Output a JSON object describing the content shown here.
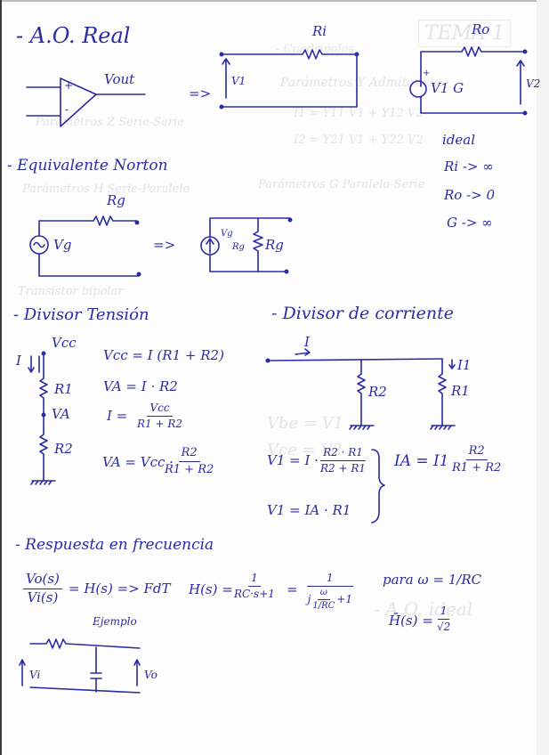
{
  "page": {
    "background": "#fdfdfd",
    "ink_color": "#2b2ba6"
  },
  "bleed_through": {
    "tema": "TEMA 1",
    "cuadripolos": "- Cuadripolos",
    "param_y": "Parámetros Y Admitancia",
    "i1": "I1 = Y11 V1 + Y12 V2",
    "i2": "I2 = Y21 V1 + Y22 V2",
    "param_z": "Parámetros Z Serie-Serie",
    "param_g": "Parámetros G Paralelo-Serie",
    "param_h": "Parámetros H Serie-Paralelo",
    "transistor": "Transistor bipolar",
    "vbe": "Vbe = V1",
    "vce": "Vce = V2",
    "ao_ideal": "- A.O. ideal"
  },
  "section_ao_real": {
    "title": "- A.O. Real",
    "opamp_plus": "+",
    "opamp_minus": "-",
    "output_label": "Vout",
    "arrow": "=>",
    "input_model": {
      "resistor_label": "Ri",
      "voltage_label": "V1"
    },
    "output_model": {
      "resistor_label": "Ro",
      "source_label": "V1 G",
      "source_plus": "+",
      "voltage_label": "V2"
    },
    "ideal": {
      "title": "ideal",
      "conditions": [
        "Ri -> ∞",
        "Ro -> 0",
        "G -> ∞"
      ]
    }
  },
  "section_norton": {
    "title": "- Equivalente Norton",
    "source_label": "Vg",
    "resistor_label": "Rg",
    "arrow": "=>",
    "current_source_num": "Vg",
    "current_source_den": "Rg",
    "parallel_resistor_label": "Rg"
  },
  "section_divisor_tension": {
    "title": "- Divisor Tensión",
    "vcc_label": "Vcc",
    "current_label": "I",
    "r1_label": "R1",
    "node_label": "VA",
    "r2_label": "R2",
    "eq1": "Vcc = I (R1 + R2)",
    "eq2": "VA = I · R2",
    "eq3_lhs": "I =",
    "eq3_num": "Vcc",
    "eq3_den": "R1 + R2",
    "eq4_lhs": "VA = Vcc ·",
    "eq4_num": "R2",
    "eq4_den": "R1 + R2"
  },
  "section_divisor_corriente": {
    "title": "- Divisor de corriente",
    "current_label": "I",
    "branch_current_label": "I1",
    "r2_label": "R2",
    "r1_label": "R1",
    "eq1_lhs": "V1 = I ·",
    "eq1_num": "R2 · R1",
    "eq1_den": "R2 + R1",
    "eq2": "V1 = IA · R1",
    "eq3_lhs": "IA = I1",
    "eq3_num": "R2",
    "eq3_den": "R1 + R2"
  },
  "section_respuesta": {
    "title": "- Respuesta en frecuencia",
    "tf_num": "Vo(s)",
    "tf_den": "Vi(s)",
    "tf_rhs": "= H(s) => FdT",
    "example_title": "Ejemplo",
    "vi_label": "Vi",
    "vo_label": "Vo",
    "h_lhs": "H(s) =",
    "h_num1": "1",
    "h_den1": "RC·s+1",
    "h_eq": "=",
    "h_num2": "1",
    "h_den2_pre": "j",
    "h_den2_wnum": "ω",
    "h_den2_wden": "1/RC",
    "h_den2_post": "+1",
    "para": "para ω = 1/RC",
    "habs_lhs": "H̄(s) =",
    "habs_num": "1",
    "habs_den": "√2"
  }
}
